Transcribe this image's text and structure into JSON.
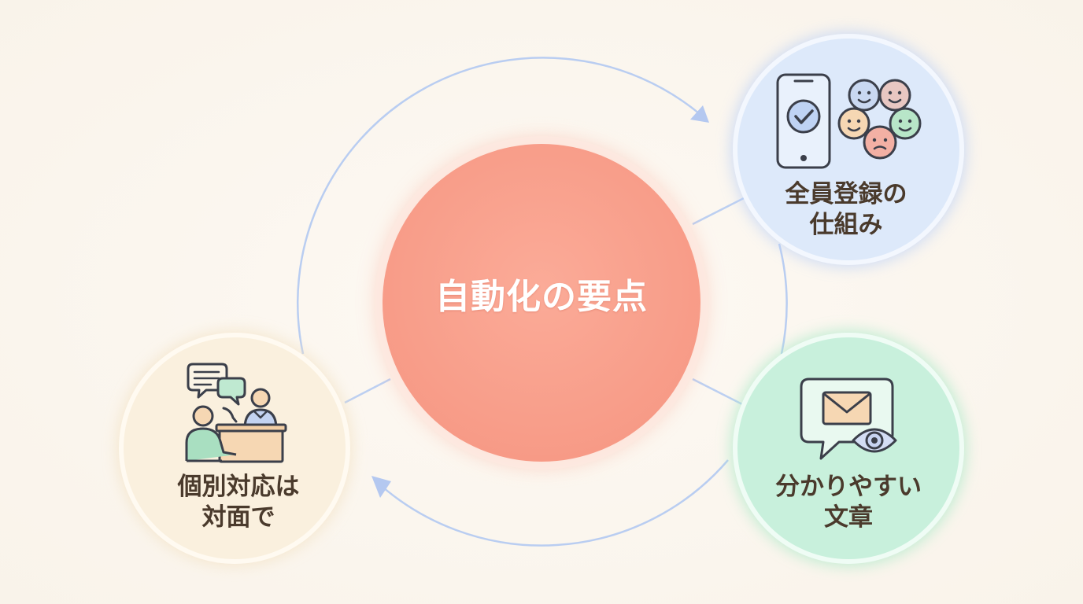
{
  "center": {
    "label": "自動化の要点",
    "color": "#f9a08c"
  },
  "nodes": [
    {
      "id": "register",
      "lines": [
        "全員登録の",
        "仕組み"
      ],
      "color": "#dce8f9",
      "icon": "phone-check-and-faces-icon"
    },
    {
      "id": "clear-text",
      "lines": [
        "分かりやすい",
        "文章"
      ],
      "color": "#c9f0dc",
      "icon": "message-envelope-eye-icon"
    },
    {
      "id": "face-to-face",
      "lines": [
        "個別対応は",
        "対面で"
      ],
      "color": "#fbf0dc",
      "icon": "consultation-desk-icon"
    }
  ],
  "flow": {
    "direction": "clockwise",
    "color": "#aec4ef"
  }
}
